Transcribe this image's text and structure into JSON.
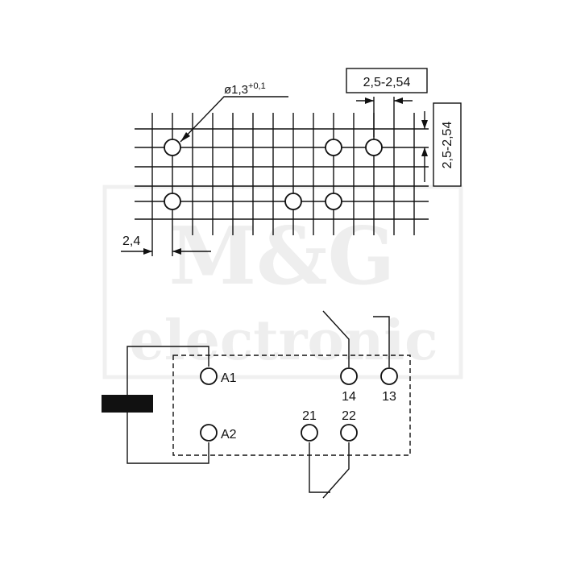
{
  "footprint": {
    "hole_diameter": "ø1,3",
    "hole_tolerance": "+0,1",
    "pitch_x": "2,5-2,54",
    "pitch_y": "2,5-2,54",
    "edge_offset": "2,4"
  },
  "schematic": {
    "coil_pin_1": "A1",
    "coil_pin_2": "A2",
    "pins": [
      "14",
      "13",
      "21",
      "22"
    ]
  },
  "watermark": {
    "line1": "M&G",
    "line2": "electronic"
  }
}
